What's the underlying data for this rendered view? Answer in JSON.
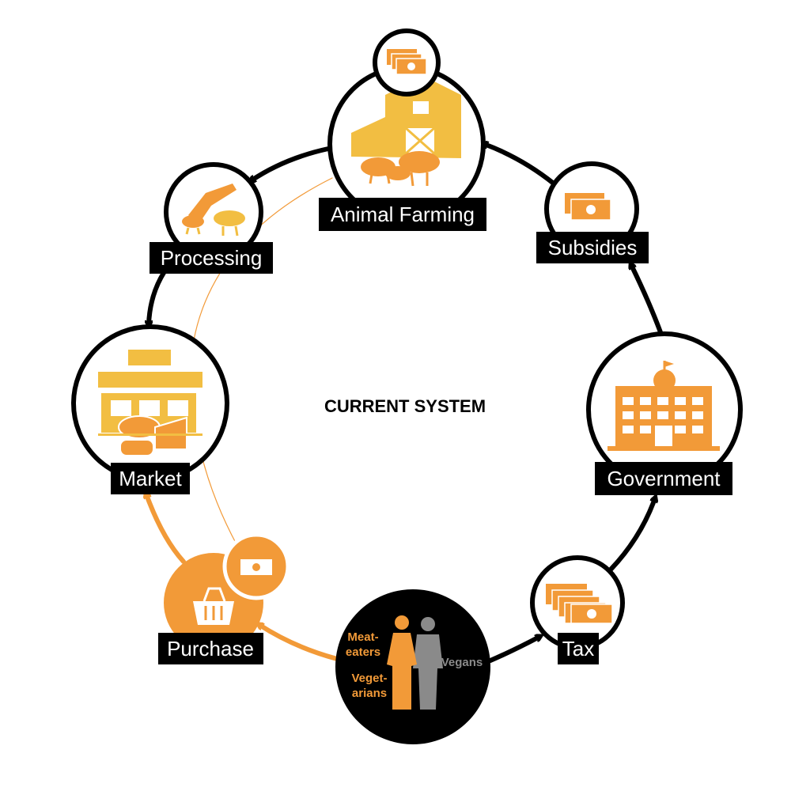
{
  "title": "CURRENT SYSTEM",
  "colors": {
    "orange": "#f29a38",
    "yellow": "#f2be42",
    "black": "#000000",
    "gray": "#8a8a8a"
  },
  "nodes": {
    "animal_farming": {
      "label": "Animal Farming",
      "icon": "barn-livestock-icon"
    },
    "processing": {
      "label": "Processing",
      "icon": "slaughter-cleaver-icon"
    },
    "market": {
      "label": "Market",
      "icon": "shop-meat-cheese-icon"
    },
    "purchase": {
      "label": "Purchase",
      "icon": "shopping-basket-icon"
    },
    "consumers": {
      "icon": "people-silhouettes-icon"
    },
    "tax": {
      "label": "Tax",
      "icon": "money-stack-icon"
    },
    "government": {
      "label": "Government",
      "icon": "government-building-icon"
    },
    "subsidies": {
      "label": "Subsidies",
      "icon": "banknotes-icon"
    }
  },
  "consumers": {
    "meat_eaters_1": "Meat-",
    "meat_eaters_2": "eaters",
    "vegetarians_1": "Veget-",
    "vegetarians_2": "arians",
    "vegans": "Vegans"
  }
}
